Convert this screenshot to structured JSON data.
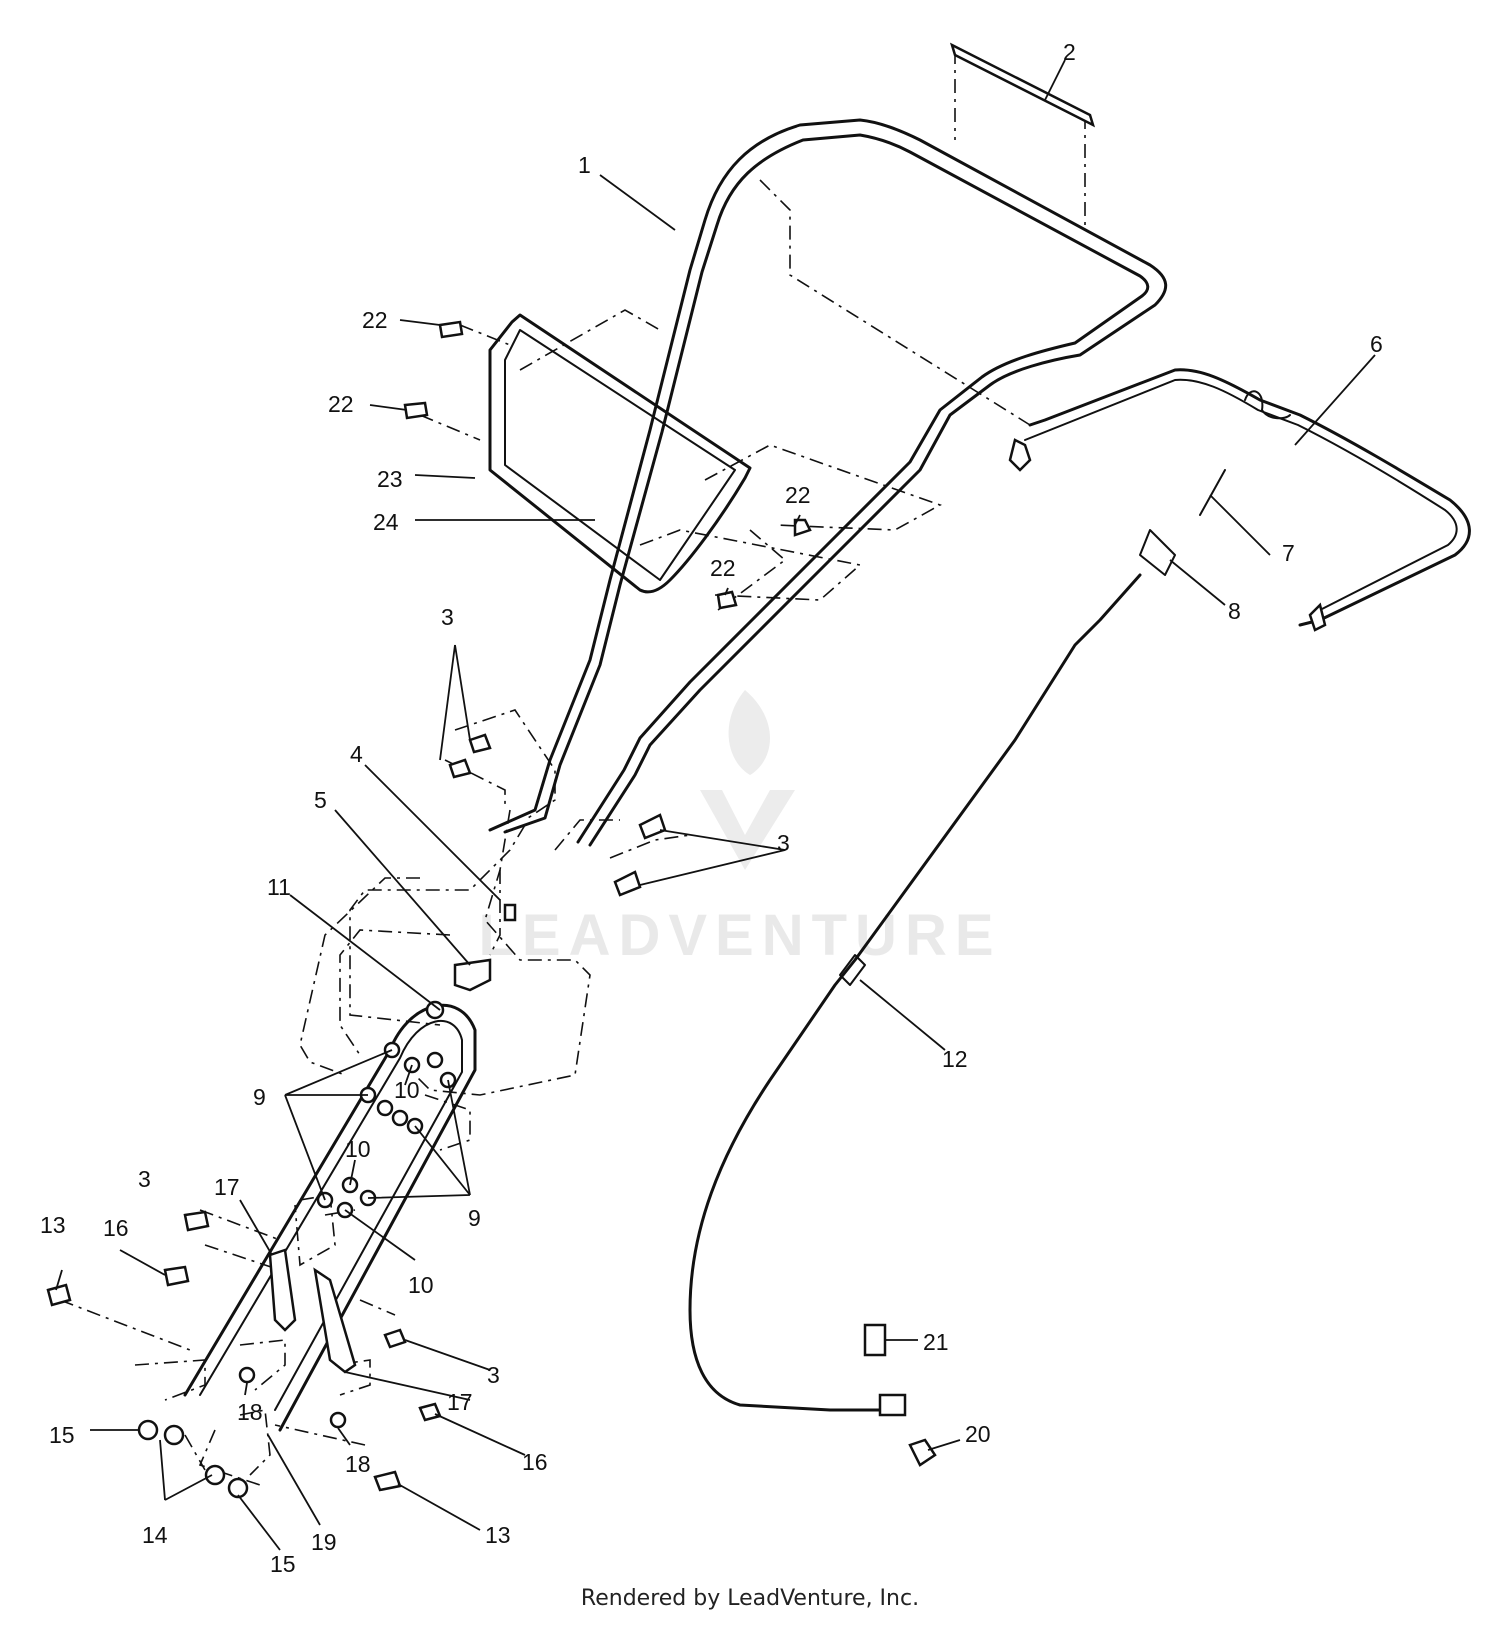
{
  "watermark": {
    "text": "LEADVENTURE"
  },
  "footer": {
    "credit": "Rendered by LeadVenture, Inc."
  },
  "callouts": [
    {
      "id": "c1",
      "label": "1"
    },
    {
      "id": "c2",
      "label": "2"
    },
    {
      "id": "c3a",
      "label": "3"
    },
    {
      "id": "c3b",
      "label": "3"
    },
    {
      "id": "c3c",
      "label": "3"
    },
    {
      "id": "c3d",
      "label": "3"
    },
    {
      "id": "c4",
      "label": "4"
    },
    {
      "id": "c5",
      "label": "5"
    },
    {
      "id": "c6",
      "label": "6"
    },
    {
      "id": "c7",
      "label": "7"
    },
    {
      "id": "c8",
      "label": "8"
    },
    {
      "id": "c9a",
      "label": "9"
    },
    {
      "id": "c9b",
      "label": "9"
    },
    {
      "id": "c10a",
      "label": "10"
    },
    {
      "id": "c10b",
      "label": "10"
    },
    {
      "id": "c10c",
      "label": "10"
    },
    {
      "id": "c11",
      "label": "11"
    },
    {
      "id": "c12",
      "label": "12"
    },
    {
      "id": "c13a",
      "label": "13"
    },
    {
      "id": "c13b",
      "label": "13"
    },
    {
      "id": "c14",
      "label": "14"
    },
    {
      "id": "c15a",
      "label": "15"
    },
    {
      "id": "c15b",
      "label": "15"
    },
    {
      "id": "c16a",
      "label": "16"
    },
    {
      "id": "c16b",
      "label": "16"
    },
    {
      "id": "c17a",
      "label": "17"
    },
    {
      "id": "c17b",
      "label": "17"
    },
    {
      "id": "c18a",
      "label": "18"
    },
    {
      "id": "c18b",
      "label": "18"
    },
    {
      "id": "c19",
      "label": "19"
    },
    {
      "id": "c20",
      "label": "20"
    },
    {
      "id": "c21",
      "label": "21"
    },
    {
      "id": "c22a",
      "label": "22"
    },
    {
      "id": "c22b",
      "label": "22"
    },
    {
      "id": "c22c",
      "label": "22"
    },
    {
      "id": "c22d",
      "label": "22"
    },
    {
      "id": "c23",
      "label": "23"
    },
    {
      "id": "c24",
      "label": "24"
    }
  ]
}
